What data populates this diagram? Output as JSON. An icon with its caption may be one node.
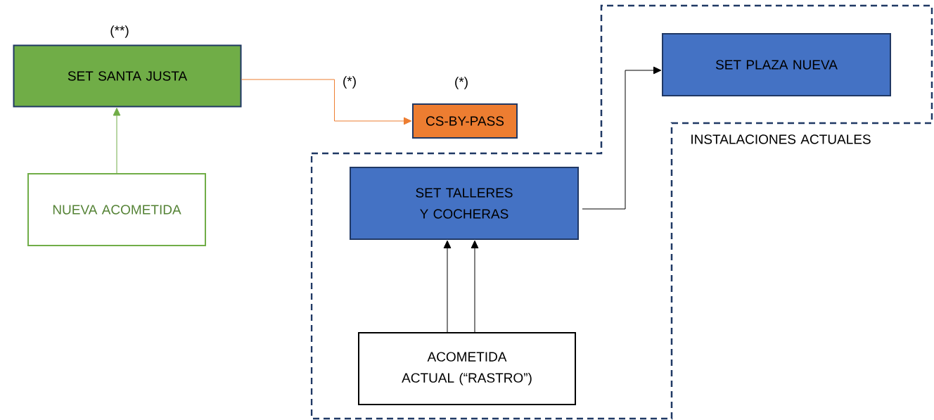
{
  "diagram": {
    "nodes": [
      {
        "text": [
          "SET SANTA JUSTA"
        ],
        "beside": [
          "(**)"
        ]
      },
      {
        "text": [
          "NUEVA ACOMETIDA"
        ]
      },
      {
        "text": [
          "CS-BY-PASS"
        ],
        "beside": [
          "(*)"
        ]
      },
      {
        "text": [
          "INSTALACIONES ACTUALES"
        ]
      },
      {
        "text": [
          "SET PLAZA NUEVA"
        ],
        "in": 3
      },
      {
        "text": [
          "SET TALLERES Y COCHERAS"
        ],
        "in": 3
      },
      {
        "text": [
          "ACOMETIDA ACTUAL (“RASTRO”)"
        ],
        "in": 3
      }
    ],
    "edges": [
      {
        "from": 1,
        "to": 0,
        "arrow": "to",
        "color": "#70ad47"
      },
      {
        "from": 0,
        "to": 2,
        "arrow": "to",
        "color": "#ed7d31",
        "label": "(*)"
      },
      {
        "from": 5,
        "to": 4,
        "arrow": "to"
      },
      {
        "from": 6,
        "to": 5,
        "arrow": "to"
      },
      {
        "from": 6,
        "to": 5,
        "arrow": "to"
      }
    ]
  }
}
